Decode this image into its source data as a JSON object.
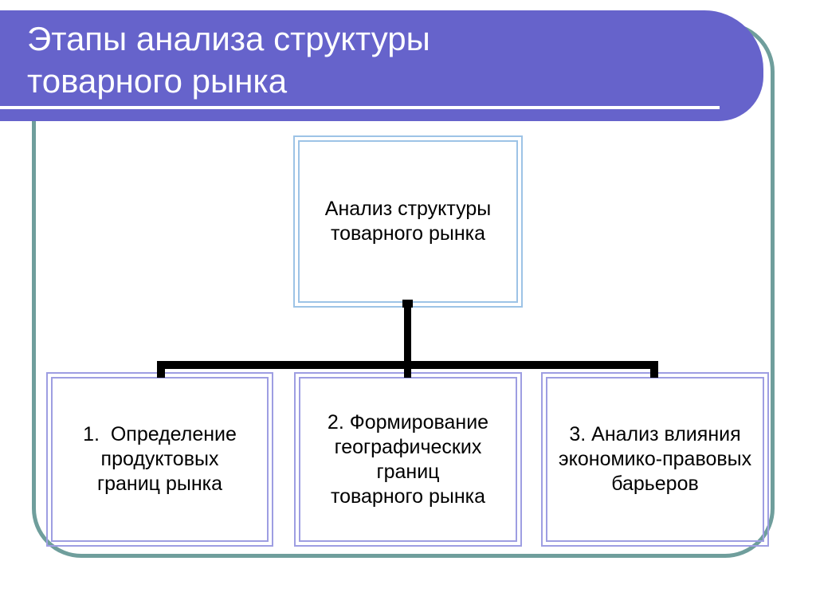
{
  "slide": {
    "header": {
      "title": "Этапы анализа структуры\nтоварного рынка"
    },
    "diagram": {
      "root": {
        "label": "Анализ структуры\nтоварного рынка"
      },
      "children": [
        {
          "label": "1.  Определение\nпродуктовых\nграниц рынка"
        },
        {
          "label": "2. Формирование\nгеографических\nграниц\nтоварного рынка"
        },
        {
          "label": "3. Анализ влияния\nэкономико-правовых\nбарьеров"
        }
      ]
    },
    "colors": {
      "header_bg": "#6663cb",
      "title_text": "#ffffff",
      "frame_border": "#6f9e9c",
      "root_box_border": "#9dc3e6",
      "child_box_border": "#9e9ee2",
      "connector": "#000000",
      "box_text": "#000000"
    }
  }
}
